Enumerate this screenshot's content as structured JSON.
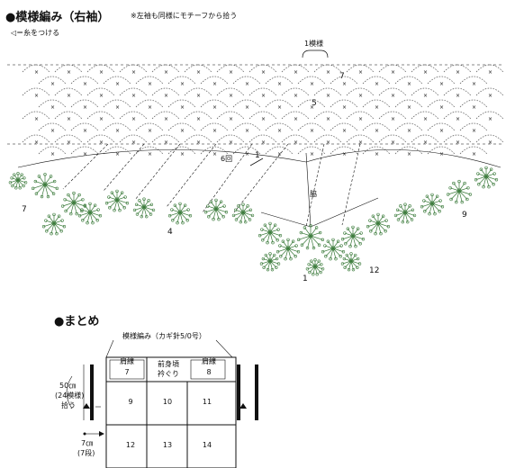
{
  "section1": {
    "title": "●模様編み（右袖）",
    "note": "※左袖も同様にモチーフから拾う",
    "legend": "◁＝糸をつける"
  },
  "pattern": {
    "repeat_label": "1模様",
    "row_labels": [
      "7",
      "5",
      "1"
    ],
    "row_marker": "6回",
    "side_label": "脇",
    "motif_numbers": [
      "7",
      "4",
      "1",
      "12",
      "9"
    ]
  },
  "section2": {
    "title": "●まとめ",
    "chart_title": "模様編み（カギ針5/0号）",
    "left_measure": "50㎝\n(24模様)\n拾う",
    "left_measure_lines": [
      "50㎝",
      "(24模様)",
      "拾う"
    ],
    "bottom_measure_lines": [
      "7㎝",
      "(7段)"
    ],
    "cells": [
      {
        "id": "7",
        "label": "肩線"
      },
      {
        "id": "",
        "label_lines": [
          "前身頃",
          "衿ぐり"
        ]
      },
      {
        "id": "8",
        "label": "肩線"
      },
      {
        "id": "9"
      },
      {
        "id": "10"
      },
      {
        "id": "11"
      },
      {
        "id": "12"
      },
      {
        "id": "13"
      },
      {
        "id": "14"
      }
    ]
  },
  "colors": {
    "ink": "#111111",
    "motif": "#3a7a3a",
    "chain": "#555555"
  }
}
